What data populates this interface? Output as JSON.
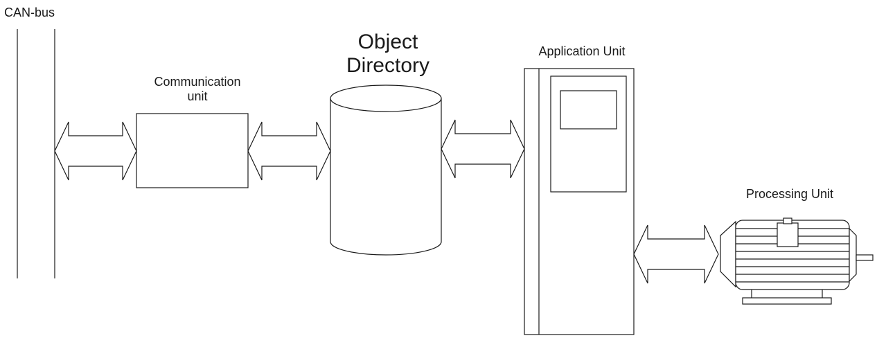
{
  "labels": {
    "can_bus": "CAN-bus",
    "communication_unit_line1": "Communication",
    "communication_unit_line2": "unit",
    "object_directory_line1": "Object",
    "object_directory_line2": "Directory",
    "application_unit": "Application Unit",
    "processing_unit": "Processing Unit"
  },
  "colors": {
    "stroke": "#1a1a1a",
    "fill": "#ffffff"
  },
  "icons": {
    "processing_unit": "electric-motor-icon",
    "application_unit": "drive-cabinet-icon"
  }
}
